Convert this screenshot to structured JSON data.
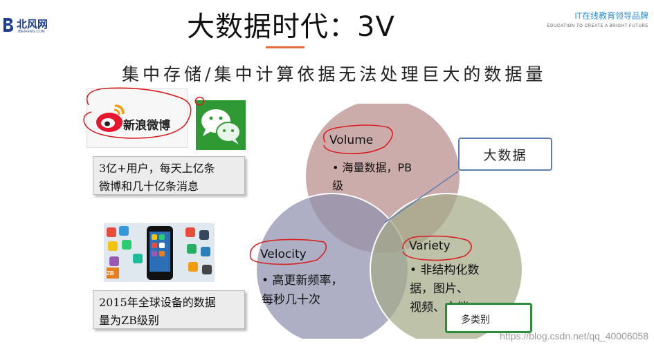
{
  "header": {
    "logo_text": "北风网",
    "logo_sub": "IBEIFENG.COM",
    "title": "大数据时代：3V",
    "brand": "IT在线教育领导品牌",
    "brand_sub": "EDUCATION TO CREATE A BRIGHT FUTURE"
  },
  "subtitle": "集中存储/集中计算依据无法处理巨大的数据量",
  "left": {
    "weibo_label": "新浪微博",
    "note1": "3亿+用户，每天上亿条\n微博和几十亿条消息",
    "note2": "2015年全球设备的数据\n量为ZB级别",
    "apps_badge": "ZB"
  },
  "venn": {
    "volume": {
      "label": "Volume",
      "desc": "• 海量数据，PB\n   级"
    },
    "velocity": {
      "label": "Velocity",
      "desc": "• 高更新频率，\n   每秒几十次"
    },
    "variety": {
      "label": "Variety",
      "desc": "• 非结构化数\n   据，图片、\n   视频、文档"
    }
  },
  "callout": "大数据",
  "chip": "多类别",
  "watermark": "https://blog.csdn.net/qq_40006058",
  "colors": {
    "volume": "#b98b8a",
    "velocity": "#8f90ad",
    "variety": "#a3ab88",
    "accent_line": "#e46b3a",
    "annotation": "#d81f1f",
    "chip_border": "#2e8b3a"
  }
}
